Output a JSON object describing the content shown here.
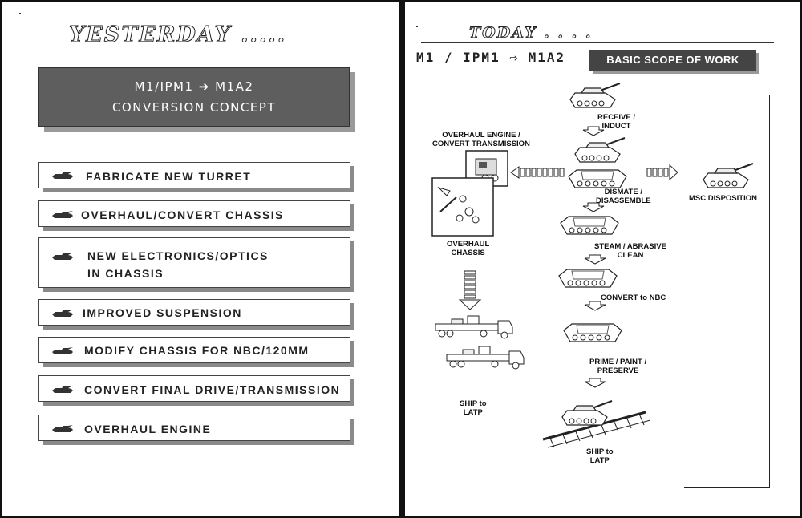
{
  "left": {
    "title": "YESTERDAY .....",
    "banner": {
      "line1": "M1/IPM1 ➔ M1A2",
      "line2": "CONVERSION CONCEPT"
    },
    "items": [
      {
        "icon": "tank-icon",
        "line1": "FABRICATE NEW TURRET",
        "line2": ""
      },
      {
        "icon": "tank-icon",
        "line1": "OVERHAUL/CONVERT CHASSIS",
        "line2": ""
      },
      {
        "icon": "tank-icon",
        "line1": "NEW ELECTRONICS/OPTICS",
        "line2": "IN CHASSIS"
      },
      {
        "icon": "tank-icon",
        "line1": "IMPROVED SUSPENSION",
        "line2": ""
      },
      {
        "icon": "tank-icon",
        "line1": "MODIFY CHASSIS FOR NBC/120MM",
        "line2": ""
      },
      {
        "icon": "tank-icon",
        "line1": "CONVERT FINAL DRIVE/TRANSMISSION",
        "line2": ""
      },
      {
        "icon": "tank-icon",
        "line1": "OVERHAUL ENGINE",
        "line2": ""
      }
    ]
  },
  "right": {
    "title": "TODAY . . . .",
    "subtitle": "M1 / IPM1 ⇨ M1A2",
    "scope_label": "BASIC SCOPE OF WORK",
    "steps": {
      "receive": {
        "l1": "RECEIVE /",
        "l2": "INDUCT"
      },
      "dismate": {
        "l1": "DISMATE /",
        "l2": "DISASSEMBLE"
      },
      "steam": {
        "l1": "STEAM / ABRASIVE",
        "l2": "CLEAN"
      },
      "convert": {
        "l1": "CONVERT to NBC"
      },
      "prime": {
        "l1": "PRIME / PAINT /",
        "l2": "PRESERVE"
      },
      "ship_center": {
        "l1": "SHIP to",
        "l2": "LATP"
      },
      "overhaul_engine": {
        "l1": "OVERHAUL ENGINE /",
        "l2": "CONVERT TRANSMISSION"
      },
      "overhaul_chassis": {
        "l1": "OVERHAUL",
        "l2": "CHASSIS"
      },
      "ship_left": {
        "l1": "SHIP to",
        "l2": "LATP"
      },
      "msc": {
        "l1": "MSC DISPOSITION"
      }
    }
  },
  "colors": {
    "banner": "#5e5e5e",
    "scope_bg": "#444444",
    "shadow": "#8a8a8a"
  }
}
